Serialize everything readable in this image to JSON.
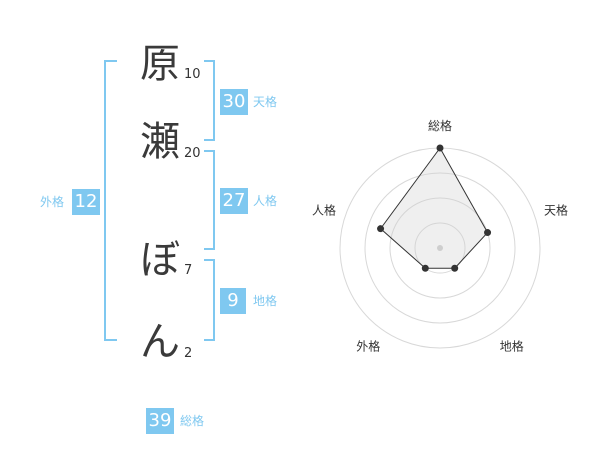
{
  "name": {
    "characters": [
      {
        "char": "原",
        "strokes": "10"
      },
      {
        "char": "瀬",
        "strokes": "20"
      },
      {
        "char": "ぼ",
        "strokes": "7"
      },
      {
        "char": "ん",
        "strokes": "2"
      }
    ]
  },
  "fortune": {
    "tenkaku": {
      "value": "30",
      "label": "天格"
    },
    "jinkaku": {
      "value": "27",
      "label": "人格"
    },
    "chikaku": {
      "value": "9",
      "label": "地格"
    },
    "gaikaku": {
      "value": "12",
      "label": "外格"
    },
    "soukaku": {
      "value": "39",
      "label": "総格"
    }
  },
  "colors": {
    "accent": "#7fc8f0",
    "bracket": "#7fc8f0",
    "text": "#333333"
  },
  "chart_data": {
    "type": "radar",
    "axes": [
      "総格",
      "天格",
      "地格",
      "外格",
      "人格"
    ],
    "levels": 4,
    "scale_max": 4,
    "values": [
      4,
      2,
      1,
      1,
      2.5
    ]
  }
}
